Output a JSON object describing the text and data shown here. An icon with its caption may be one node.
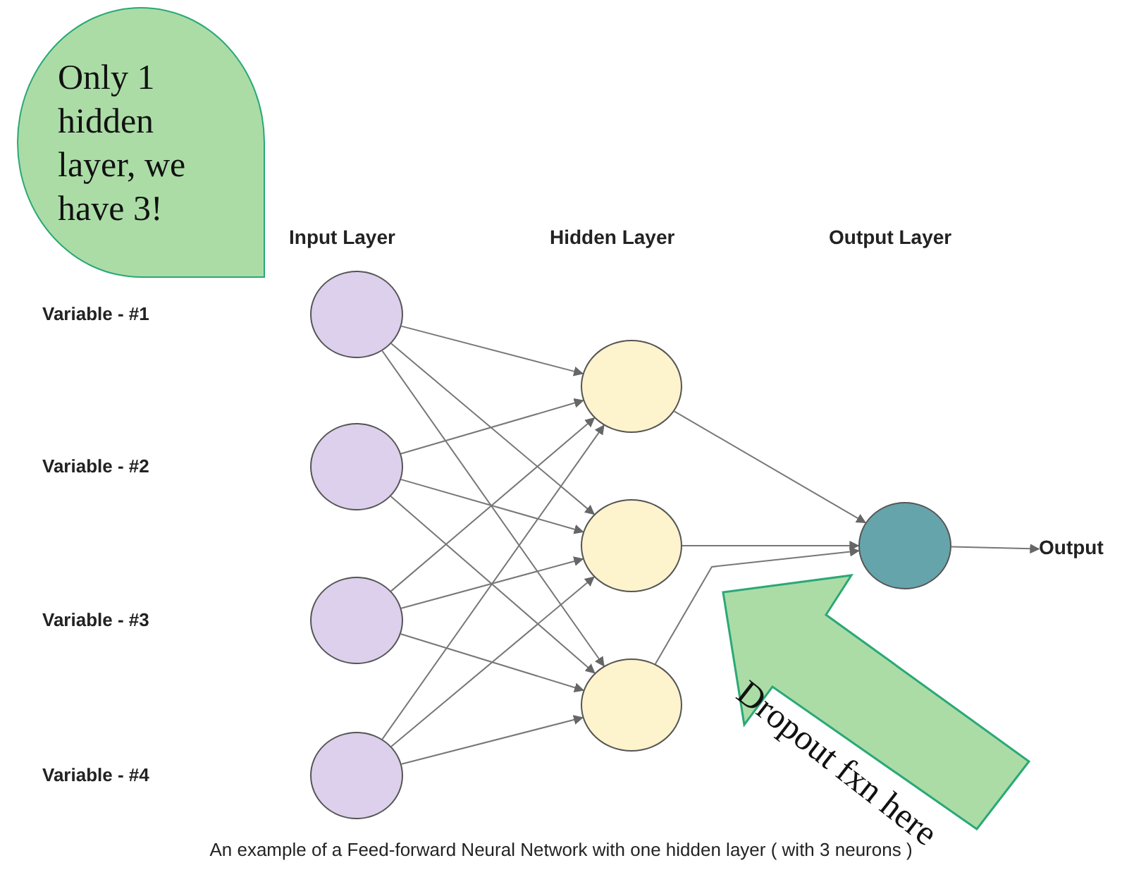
{
  "diagram": {
    "caption": "An example of a Feed-forward Neural Network with one hidden layer ( with 3 neurons )",
    "nodes": [
      {
        "text": [
          "Only 1 hidden layer, we have 3!"
        ]
      },
      {
        "text": [],
        "shape": "circle"
      },
      {
        "text": [],
        "shape": "circle"
      },
      {
        "text": [],
        "shape": "circle"
      },
      {
        "text": [],
        "shape": "circle"
      },
      {
        "text": [],
        "shape": "circle"
      },
      {
        "text": [],
        "shape": "circle"
      },
      {
        "text": [],
        "shape": "circle"
      },
      {
        "text": [],
        "shape": "circle"
      },
      {
        "text": [
          "Output"
        ]
      },
      {
        "text": [
          "Dropout fxn here"
        ]
      }
    ],
    "edges": [
      {
        "from": 1,
        "to": 5,
        "arrow": "to"
      },
      {
        "from": 1,
        "to": 6,
        "arrow": "to"
      },
      {
        "from": 1,
        "to": 7,
        "arrow": "to"
      },
      {
        "from": 2,
        "to": 5,
        "arrow": "to"
      },
      {
        "from": 2,
        "to": 6,
        "arrow": "to"
      },
      {
        "from": 2,
        "to": 7,
        "arrow": "to"
      },
      {
        "from": 3,
        "to": 5,
        "arrow": "to"
      },
      {
        "from": 3,
        "to": 6,
        "arrow": "to"
      },
      {
        "from": 3,
        "to": 7,
        "arrow": "to"
      },
      {
        "from": 4,
        "to": 5,
        "arrow": "to"
      },
      {
        "from": 4,
        "to": 6,
        "arrow": "to"
      },
      {
        "from": 4,
        "to": 7,
        "arrow": "to"
      },
      {
        "from": 5,
        "to": 8,
        "arrow": "to"
      },
      {
        "from": 6,
        "to": 8,
        "arrow": "to"
      },
      {
        "from": 7,
        "to": 8,
        "arrow": "to"
      },
      {
        "from": 8,
        "to": 9,
        "arrow": "to"
      }
    ],
    "labels": [
      "Input Layer",
      "Hidden Layer",
      "Output Layer",
      "Variable - #1",
      "Variable - #2",
      "Variable - #3",
      "Variable - #4"
    ]
  }
}
